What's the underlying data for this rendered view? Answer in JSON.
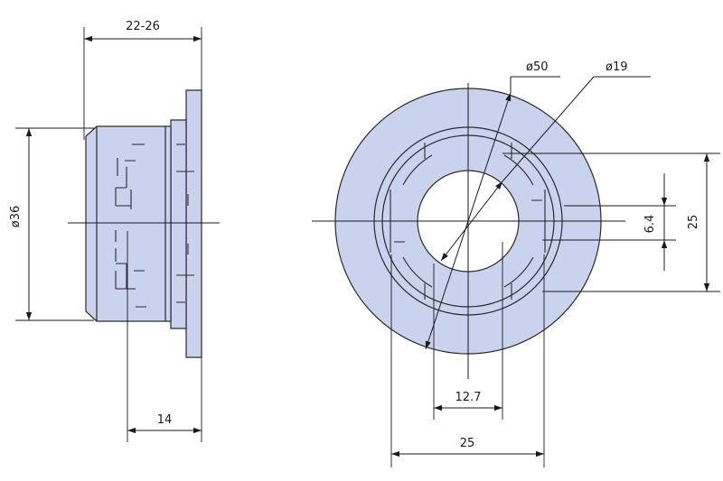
{
  "side_view": {
    "dim_flange_width": "22-26",
    "dim_outer_diameter": "ø36",
    "dim_body_length": "14"
  },
  "front_view": {
    "dim_flange_diameter": "ø50",
    "dim_bore_diameter": "ø19",
    "dim_vertical_outer": "25",
    "dim_vertical_inner": "6.4",
    "dim_horizontal_inner": "12.7",
    "dim_horizontal_outer": "25"
  },
  "colors": {
    "part_fill": "#c9d3ee",
    "line": "#1a1a1a"
  }
}
